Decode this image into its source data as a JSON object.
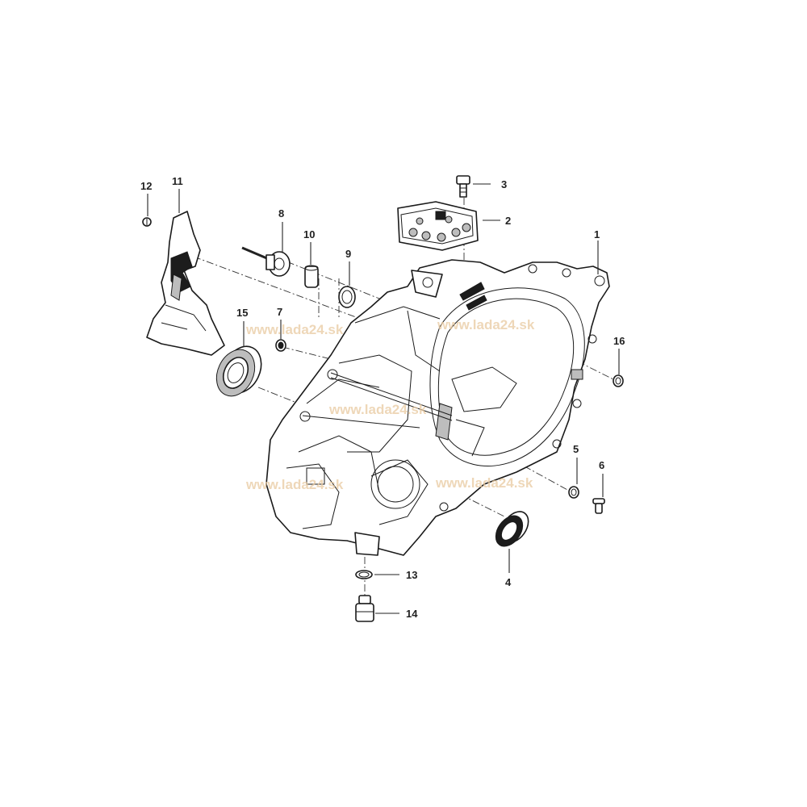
{
  "diagram": {
    "callouts": [
      {
        "id": "c1",
        "text": "1"
      },
      {
        "id": "c2",
        "text": "2"
      },
      {
        "id": "c3",
        "text": "3"
      },
      {
        "id": "c4",
        "text": "4"
      },
      {
        "id": "c5",
        "text": "5"
      },
      {
        "id": "c6",
        "text": "6"
      },
      {
        "id": "c7",
        "text": "7"
      },
      {
        "id": "c8",
        "text": "8"
      },
      {
        "id": "c9",
        "text": "9"
      },
      {
        "id": "c10",
        "text": "10"
      },
      {
        "id": "c11",
        "text": "11"
      },
      {
        "id": "c12",
        "text": "12"
      },
      {
        "id": "c13",
        "text": "13"
      },
      {
        "id": "c14",
        "text": "14"
      },
      {
        "id": "c15",
        "text": "15"
      },
      {
        "id": "c16",
        "text": "16"
      }
    ],
    "watermarks": [
      "www.lada24.sk",
      "www.lada24.sk",
      "www.lada24.sk",
      "www.lada24.sk",
      "www.lada24.sk"
    ],
    "colors": {
      "line": "#1a1a1a",
      "watermark": "#e8c9a0",
      "background": "#ffffff"
    }
  }
}
